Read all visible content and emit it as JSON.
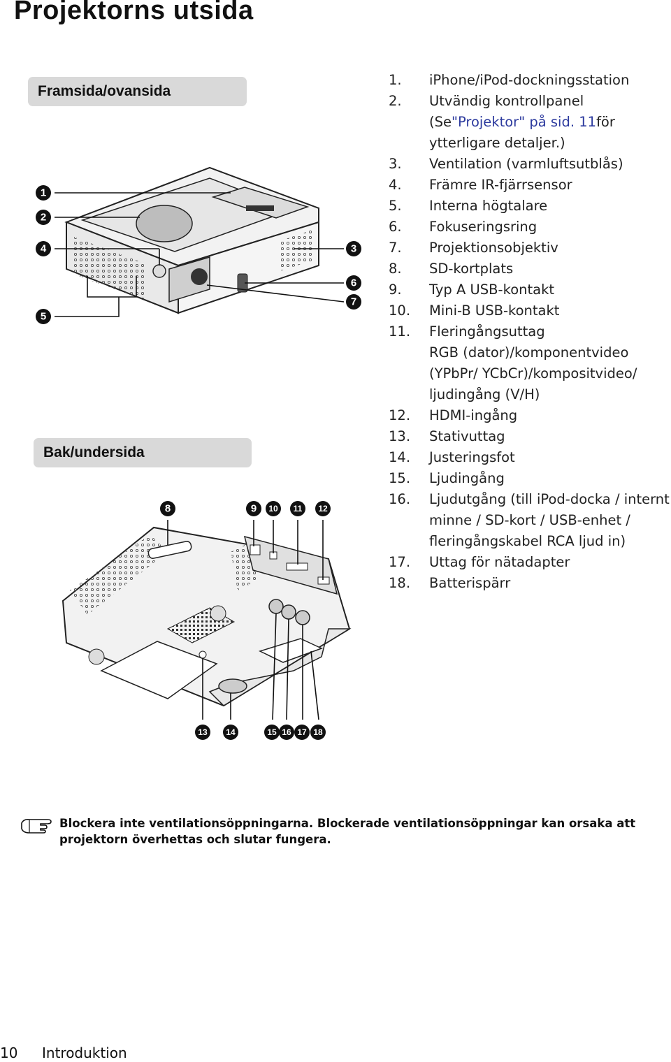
{
  "page": {
    "title": "Projektorns utsida",
    "page_number": "10",
    "chapter": "Introduktion"
  },
  "sections": {
    "front": "Framsida/ovansida",
    "back": "Bak/undersida"
  },
  "parts": [
    {
      "num": "1.",
      "text": "iPhone/iPod-dockningsstation"
    },
    {
      "num": "2.",
      "text": "Utvändig kontrollpanel",
      "sub_prefix": "(Se ",
      "sub_link": "\"Projektor\" på sid. 11",
      "sub_suffix": " för",
      "sub2": "ytterligare detaljer.)"
    },
    {
      "num": "3.",
      "text": "Ventilation (varmluftsutblås)"
    },
    {
      "num": "4.",
      "text": "Främre IR-fjärrsensor"
    },
    {
      "num": "5.",
      "text": "Interna högtalare"
    },
    {
      "num": "6.",
      "text": "Fokuseringsring"
    },
    {
      "num": "7.",
      "text": "Projektionsobjektiv"
    },
    {
      "num": "8.",
      "text": "SD-kortplats"
    },
    {
      "num": "9.",
      "text": "Typ A USB-kontakt"
    },
    {
      "num": "10.",
      "text": "Mini-B USB-kontakt"
    },
    {
      "num": "11.",
      "text": "Fleringångsuttag",
      "sub1": "RGB (dator)/komponentvideo",
      "sub2": "(YPbPr/ YCbCr)/kompositvideo/",
      "sub3": "ljudingång (V/H)"
    },
    {
      "num": "12.",
      "text": "HDMI-ingång"
    },
    {
      "num": "13.",
      "text": "Stativuttag"
    },
    {
      "num": "14.",
      "text": "Justeringsfot"
    },
    {
      "num": "15.",
      "text": "Ljudingång"
    },
    {
      "num": "16.",
      "text": "Ljudutgång (till iPod-docka / internt",
      "sub1": "minne / SD-kort / USB-enhet /",
      "sub2": "fleringångskabel RCA ljud in)"
    },
    {
      "num": "17.",
      "text": "Uttag för nätadapter"
    },
    {
      "num": "18.",
      "text": "Batterispärr"
    }
  ],
  "callouts": {
    "c1": "1",
    "c2": "2",
    "c3": "3",
    "c4": "4",
    "c5": "5",
    "c6": "6",
    "c7": "7",
    "c8": "8",
    "c9": "9",
    "c10": "10",
    "c11": "11",
    "c12": "12",
    "c13": "13",
    "c14": "14",
    "c15": "15",
    "c16": "16",
    "c17": "17",
    "c18": "18"
  },
  "note": {
    "icon": "pointing-hand-icon",
    "text": "Blockera inte ventilationsöppningarna. Blockerade ventilationsöppningar kan orsaka att projektorn överhettas och slutar fungera."
  }
}
